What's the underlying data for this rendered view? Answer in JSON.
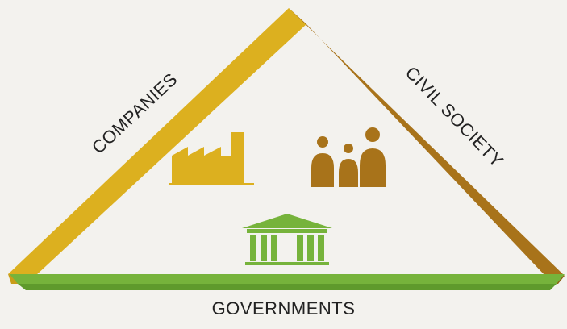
{
  "labels": {
    "left_side": "COMPANIES",
    "right_side": "CIVIL SOCIETY",
    "bottom_side": "GOVERNMENTS"
  },
  "icons": {
    "companies": "factory-icon",
    "civil_society": "people-group-icon",
    "governments": "government-building-icon"
  },
  "colors": {
    "companies": "#dcb01f",
    "companies_shade": "#c99d18",
    "civil_society": "#a8731a",
    "civil_society_shade": "#8f6114",
    "governments": "#76b33b",
    "governments_shade": "#5f9a2c",
    "background": "#f3f2ee"
  }
}
